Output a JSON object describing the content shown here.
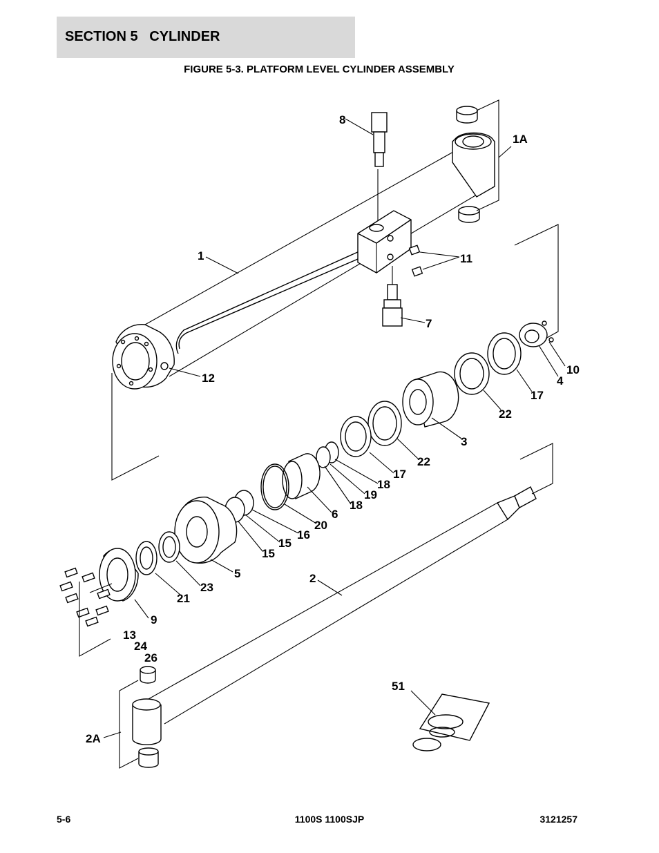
{
  "header": {
    "section_title": "SECTION 5   CYLINDER",
    "figure_title": "FIGURE 5-3. PLATFORM LEVEL CYLINDER ASSEMBLY"
  },
  "callouts": {
    "c1": "1",
    "c1A": "1A",
    "c2": "2",
    "c2A": "2A",
    "c3": "3",
    "c4": "4",
    "c5": "5",
    "c6": "6",
    "c7": "7",
    "c8": "8",
    "c9": "9",
    "c10": "10",
    "c11": "11",
    "c12": "12",
    "c13": "13",
    "c15a": "15",
    "c15b": "15",
    "c16": "16",
    "c17a": "17",
    "c17b": "17",
    "c18a": "18",
    "c18b": "18",
    "c19": "19",
    "c20": "20",
    "c21": "21",
    "c22a": "22",
    "c22b": "22",
    "c23": "23",
    "c24": "24",
    "c26": "26",
    "c51": "51"
  },
  "footer": {
    "page_number": "5-6",
    "model": "1100S 1100SJP",
    "doc_number": "3121257"
  }
}
